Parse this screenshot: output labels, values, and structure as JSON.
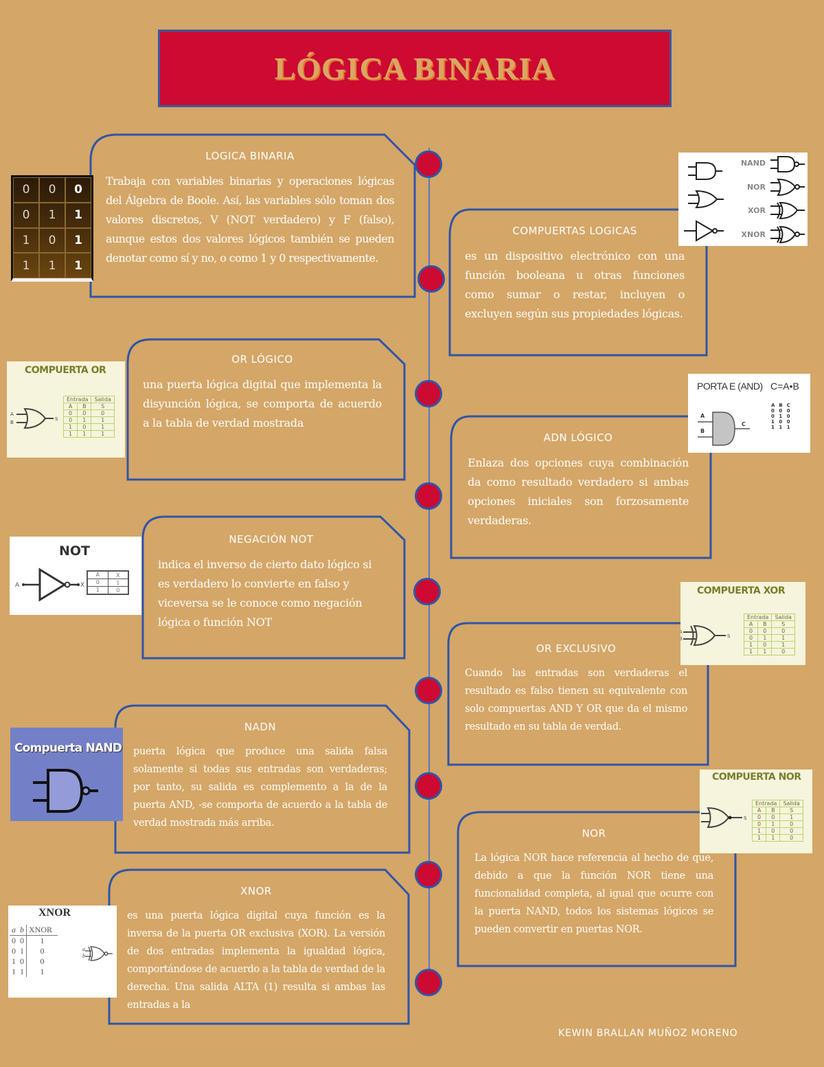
{
  "title": "LÓGICA BINARIA",
  "colors": {
    "background": "#d4a667",
    "banner": "#cc0a32",
    "border_blue": "#2f55a8",
    "title_text": "#d9a764",
    "dot": "#cc0a32"
  },
  "cards": {
    "binaria": {
      "title": "LOGICA BINARIA",
      "body": "Trabaja con variables binarias y operaciones lógicas del Álgebra de Boole. Así, las variables sólo toman dos valores discretos, V (NOT verdadero) y F (falso), aunque estos dos valores lógicos también se pueden denotar como sí y no, o como 1 y 0 respectivamente."
    },
    "compuertas": {
      "title": "COMPUERTAS LOGICAS",
      "body": "es un dispositivo electrónico con una función booleana u otras funciones como sumar o restar, incluyen o excluyen según sus propiedades lógicas."
    },
    "or": {
      "title": "OR LÓGICO",
      "body": "una puerta lógica digital que implementa la disyunción lógica, se comporta de acuerdo a la tabla de verdad mostrada"
    },
    "and": {
      "title": "ADN LÓGICO",
      "body": "Enlaza dos opciones cuya combinación da como resultado verdadero si ambas opciones iniciales son forzosamente verdaderas."
    },
    "not": {
      "title": "NEGACIÓN NOT",
      "body": "indica el inverso de cierto dato lógico si es verdadero lo convierte en falso y viceversa se le conoce como negación lógica o función NOT"
    },
    "xor": {
      "title": "OR EXCLUSIVO",
      "body": "Cuando las entradas son verdaderas el resultado es falso tienen su equivalente con solo compuertas AND Y OR que da el mismo resultado en su tabla de verdad."
    },
    "nand": {
      "title": "NADN",
      "body": "puerta lógica que produce una salida falsa solamente si todas sus entradas son verdaderas; por tanto, su salida es complemento a la de la puerta AND, -se comporta de acuerdo a la tabla de verdad mostrada más arriba."
    },
    "nor": {
      "title": "NOR",
      "body": "La lógica NOR hace referencia al hecho de que, debido a que la función NOR tiene una funcionalidad completa, al igual que ocurre con la puerta NAND, todos los sistemas lógicos se pueden convertir en puertas NOR."
    },
    "xnor": {
      "title": "XNOR",
      "body": "es una puerta lógica digital cuya función es la inversa de la puerta OR exclusiva (XOR). La versión de dos entradas implementa la igualdad lógica, comportándose de acuerdo a la tabla de verdad de la derecha. Una salida ALTA (1) resulta si ambas las entradas a la"
    }
  },
  "images": {
    "binary_table": {
      "rows": [
        [
          "0",
          "0",
          "0"
        ],
        [
          "0",
          "1",
          "1"
        ],
        [
          "1",
          "0",
          "1"
        ],
        [
          "1",
          "1",
          "1"
        ]
      ]
    },
    "gates_overview": {
      "labels": [
        "NAND",
        "NOR",
        "XOR",
        "XNOR"
      ]
    },
    "or_image": {
      "label": "COMPUERTA OR",
      "header": [
        "Entrada",
        "Salida"
      ],
      "cols": [
        "A",
        "B",
        "S"
      ],
      "rows": [
        [
          "0",
          "0",
          "0"
        ],
        [
          "0",
          "1",
          "1"
        ],
        [
          "1",
          "0",
          "1"
        ],
        [
          "1",
          "1",
          "1"
        ]
      ],
      "in_a": "A",
      "in_b": "B",
      "out": "S"
    },
    "and_image": {
      "label": "PORTA E (AND)",
      "formula": "C=A•B",
      "cols": [
        "A",
        "B",
        "C"
      ],
      "rows": [
        [
          "0",
          "0",
          "0"
        ],
        [
          "0",
          "1",
          "0"
        ],
        [
          "1",
          "0",
          "0"
        ],
        [
          "1",
          "1",
          "1"
        ]
      ],
      "in_a": "A",
      "in_b": "B",
      "out": "C"
    },
    "not_image": {
      "label": "NOT",
      "cols": [
        "A",
        "X"
      ],
      "rows": [
        [
          "0",
          "1"
        ],
        [
          "1",
          "0"
        ]
      ],
      "in_a": "A",
      "out": "X"
    },
    "xor_image": {
      "label": "COMPUERTA XOR",
      "header": [
        "Entrada",
        "Salida"
      ],
      "cols": [
        "A",
        "B",
        "S"
      ],
      "rows": [
        [
          "0",
          "0",
          "0"
        ],
        [
          "0",
          "1",
          "1"
        ],
        [
          "1",
          "0",
          "1"
        ],
        [
          "1",
          "1",
          "0"
        ]
      ],
      "in_a": "A",
      "in_b": "B",
      "out": "S"
    },
    "nand_image": {
      "label": "Compuerta NAND"
    },
    "nor_image": {
      "label": "COMPUERTA NOR",
      "header": [
        "Entrada",
        "Salida"
      ],
      "cols": [
        "A",
        "B",
        "S"
      ],
      "rows": [
        [
          "0",
          "0",
          "1"
        ],
        [
          "0",
          "1",
          "0"
        ],
        [
          "1",
          "0",
          "0"
        ],
        [
          "1",
          "1",
          "0"
        ]
      ],
      "out": "S"
    },
    "xnor_image": {
      "label": "XNOR",
      "cols": [
        "a",
        "b",
        "XNOR"
      ],
      "rows": [
        [
          "0",
          "0",
          "1"
        ],
        [
          "0",
          "1",
          "0"
        ],
        [
          "1",
          "0",
          "0"
        ],
        [
          "1",
          "1",
          "1"
        ]
      ],
      "in_a": "a",
      "in_b": "b"
    }
  },
  "footer": {
    "author": "KEWIN BRALLAN MUÑOZ MORENO"
  }
}
